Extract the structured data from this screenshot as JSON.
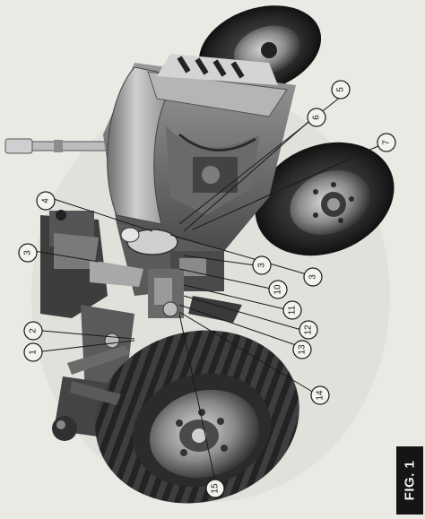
{
  "figure": {
    "label": "FIG. 1",
    "callouts": [
      {
        "id": "c1",
        "number": "1"
      },
      {
        "id": "c2",
        "number": "2"
      },
      {
        "id": "c3a",
        "number": "3"
      },
      {
        "id": "c3b",
        "number": "3"
      },
      {
        "id": "c3c",
        "number": "3"
      },
      {
        "id": "c4",
        "number": "4"
      },
      {
        "id": "c5",
        "number": "5"
      },
      {
        "id": "c6",
        "number": "6"
      },
      {
        "id": "c7",
        "number": "7"
      },
      {
        "id": "c10",
        "number": "10"
      },
      {
        "id": "c11",
        "number": "11"
      },
      {
        "id": "c12",
        "number": "12"
      },
      {
        "id": "c13",
        "number": "13"
      },
      {
        "id": "c14",
        "number": "14"
      },
      {
        "id": "c15",
        "number": "15"
      }
    ]
  }
}
